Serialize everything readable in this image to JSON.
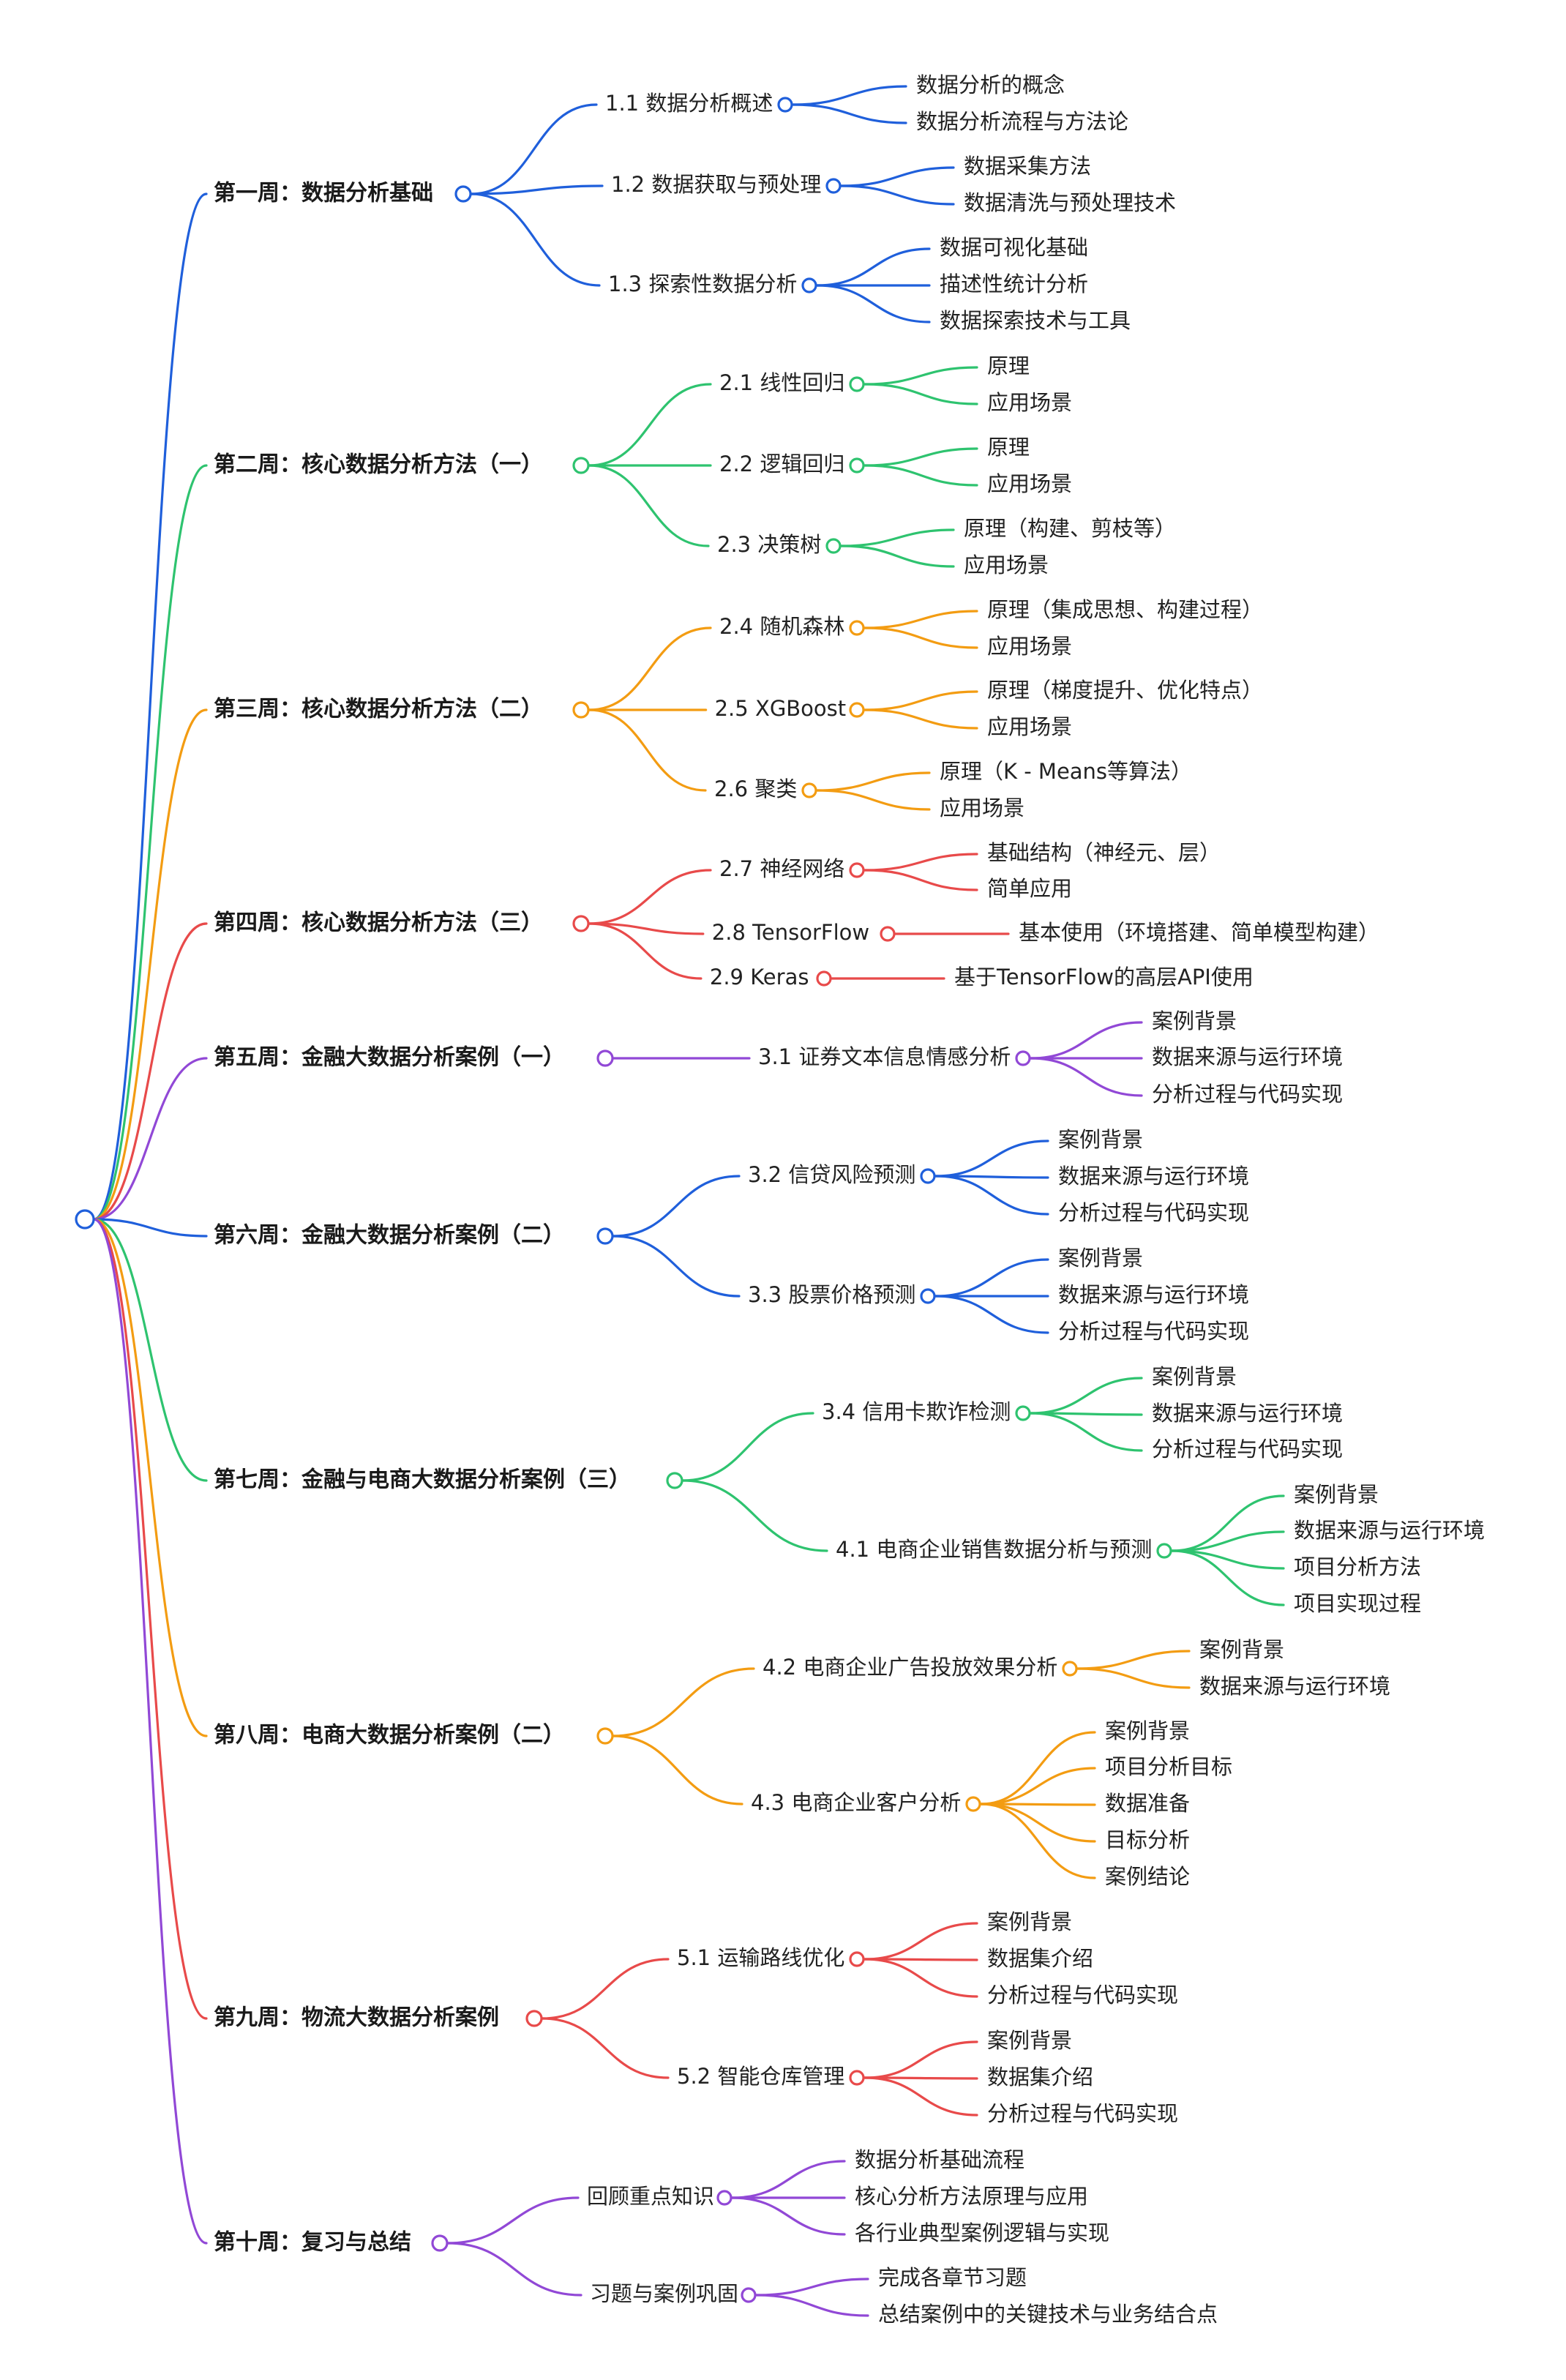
{
  "colors": {
    "blue": "#1f5fdb",
    "green": "#2ec36f",
    "orange": "#f39c12",
    "red": "#e84a4a",
    "purple": "#9148d6"
  },
  "weeks": [
    {
      "label": "第一周：数据分析基础",
      "color": "blue",
      "topics": [
        {
          "label": "1.1 数据分析概述",
          "items": [
            "数据分析的概念",
            "数据分析流程与方法论"
          ]
        },
        {
          "label": "1.2 数据获取与预处理",
          "items": [
            "数据采集方法",
            "数据清洗与预处理技术"
          ]
        },
        {
          "label": "1.3 探索性数据分析",
          "items": [
            "数据可视化基础",
            "描述性统计分析",
            "数据探索技术与工具"
          ]
        }
      ]
    },
    {
      "label": "第二周：核心数据分析方法（一）",
      "color": "green",
      "topics": [
        {
          "label": "2.1 线性回归",
          "items": [
            "原理",
            "应用场景"
          ]
        },
        {
          "label": "2.2 逻辑回归",
          "items": [
            "原理",
            "应用场景"
          ]
        },
        {
          "label": "2.3 决策树",
          "items": [
            "原理（构建、剪枝等）",
            "应用场景"
          ]
        }
      ]
    },
    {
      "label": "第三周：核心数据分析方法（二）",
      "color": "orange",
      "topics": [
        {
          "label": "2.4 随机森林",
          "items": [
            "原理（集成思想、构建过程）",
            "应用场景"
          ]
        },
        {
          "label": "2.5 XGBoost",
          "items": [
            "原理（梯度提升、优化特点）",
            "应用场景"
          ]
        },
        {
          "label": "2.6 聚类",
          "items": [
            "原理（K - Means等算法）",
            "应用场景"
          ]
        }
      ]
    },
    {
      "label": "第四周：核心数据分析方法（三）",
      "color": "red",
      "topics": [
        {
          "label": "2.7 神经网络",
          "items": [
            "基础结构（神经元、层）",
            "简单应用"
          ]
        },
        {
          "label": "2.8 TensorFlow",
          "items": [
            "基本使用（环境搭建、简单模型构建）"
          ]
        },
        {
          "label": "2.9 Keras",
          "items": [
            "基于TensorFlow的高层API使用"
          ]
        }
      ]
    },
    {
      "label": "第五周：金融大数据分析案例（一）",
      "color": "purple",
      "topics": [
        {
          "label": "3.1 证券文本信息情感分析",
          "items": [
            "案例背景",
            "数据来源与运行环境",
            "分析过程与代码实现"
          ]
        }
      ]
    },
    {
      "label": "第六周：金融大数据分析案例（二）",
      "color": "blue",
      "topics": [
        {
          "label": "3.2 信贷风险预测",
          "items": [
            "案例背景",
            "数据来源与运行环境",
            "分析过程与代码实现"
          ]
        },
        {
          "label": "3.3 股票价格预测",
          "items": [
            "案例背景",
            "数据来源与运行环境",
            "分析过程与代码实现"
          ]
        }
      ]
    },
    {
      "label": "第七周：金融与电商大数据分析案例（三）",
      "color": "green",
      "topics": [
        {
          "label": "3.4 信用卡欺诈检测",
          "items": [
            "案例背景",
            "数据来源与运行环境",
            "分析过程与代码实现"
          ]
        },
        {
          "label": "4.1 电商企业销售数据分析与预测",
          "items": [
            "案例背景",
            "数据来源与运行环境",
            "项目分析方法",
            "项目实现过程"
          ]
        }
      ]
    },
    {
      "label": "第八周：电商大数据分析案例（二）",
      "color": "orange",
      "topics": [
        {
          "label": "4.2 电商企业广告投放效果分析",
          "items": [
            "案例背景",
            "数据来源与运行环境"
          ]
        },
        {
          "label": "4.3 电商企业客户分析",
          "items": [
            "案例背景",
            "项目分析目标",
            "数据准备",
            "目标分析",
            "案例结论"
          ]
        }
      ]
    },
    {
      "label": "第九周：物流大数据分析案例",
      "color": "red",
      "topics": [
        {
          "label": "5.1 运输路线优化",
          "items": [
            "案例背景",
            "数据集介绍",
            "分析过程与代码实现"
          ]
        },
        {
          "label": "5.2 智能仓库管理",
          "items": [
            "案例背景",
            "数据集介绍",
            "分析过程与代码实现"
          ]
        }
      ]
    },
    {
      "label": "第十周：复习与总结",
      "color": "purple",
      "topics": [
        {
          "label": "回顾重点知识",
          "items": [
            "数据分析基础流程",
            "核心分析方法原理与应用",
            "各行业典型案例逻辑与实现"
          ]
        },
        {
          "label": "习题与案例巩固",
          "items": [
            "完成各章节习题",
            "总结案例中的关键技术与业务结合点"
          ]
        }
      ]
    }
  ]
}
